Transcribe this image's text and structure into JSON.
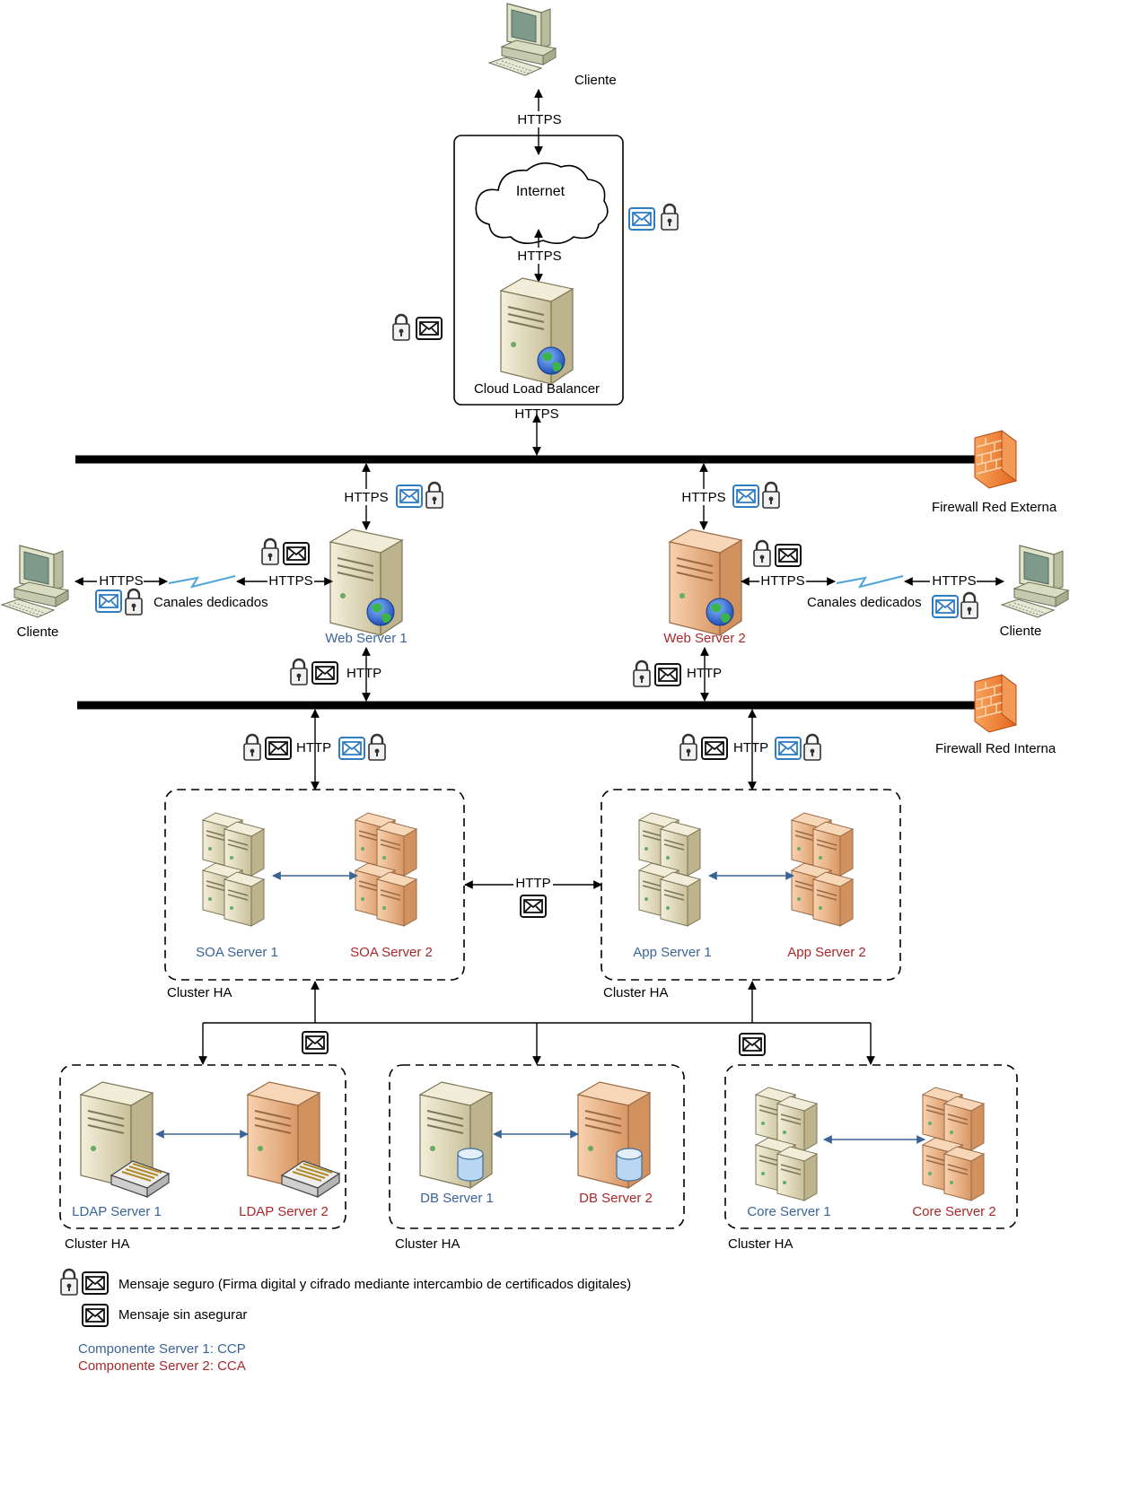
{
  "colors": {
    "server1_text": "#3a6496",
    "server2_text": "#a8282b",
    "server_beige": "#e9e2c6",
    "server_orange": "#f0b784",
    "firewall": "#f07d2a",
    "secure_envelope": "#2f7cc2"
  },
  "icons": {
    "computer": "desktop-computer-icon",
    "server": "tower-server-icon",
    "cluster_server": "stacked-server-icon",
    "globe": "globe-icon",
    "cloud": "cloud-icon",
    "firewall": "firewall-brick-wall-icon",
    "lock": "padlock-icon",
    "envelope": "envelope-icon",
    "database": "database-cylinder-icon",
    "ldap": "directory-drawer-icon",
    "link": "lightning-link-icon"
  },
  "nodes": {
    "cliente_top": "Cliente",
    "cliente_left": "Cliente",
    "cliente_right": "Cliente",
    "internet": "Internet",
    "load_balancer": "Cloud Load Balancer",
    "firewall_ext": "Firewall Red Externa",
    "firewall_int": "Firewall Red Interna",
    "web1": "Web Server 1",
    "web2": "Web Server 2",
    "soa1": "SOA Server 1",
    "soa2": "SOA Server 2",
    "app1": "App Server 1",
    "app2": "App Server 2",
    "ldap1": "LDAP Server 1",
    "ldap2": "LDAP Server 2",
    "db1": "DB Server 1",
    "db2": "DB Server 2",
    "core1": "Core Server 1",
    "core2": "Core Server 2"
  },
  "clusters": {
    "soa": "Cluster HA",
    "app": "Cluster HA",
    "ldap": "Cluster HA",
    "db": "Cluster HA",
    "core": "Cluster HA"
  },
  "links": {
    "client_top": "HTTPS",
    "internet_lb": "HTTPS",
    "lb_bus": "HTTPS",
    "bus_web1": "HTTPS",
    "bus_web2": "HTTPS",
    "left_client": "HTTPS",
    "left_web1": "HTTPS",
    "right_client": "HTTPS",
    "right_web2": "HTTPS",
    "web1_int": "HTTP",
    "web2_int": "HTTP",
    "int_soa": "HTTP",
    "int_app": "HTTP",
    "soa_app": "HTTP",
    "canales_left": "Canales dedicados",
    "canales_right": "Canales dedicados"
  },
  "legend": {
    "secure": "Mensaje seguro (Firma digital y cifrado mediante intercambio de certificados digitales)",
    "unsecure": "Mensaje sin asegurar",
    "comp1": "Componente Server 1: CCP",
    "comp2": "Componente Server 2: CCA"
  }
}
